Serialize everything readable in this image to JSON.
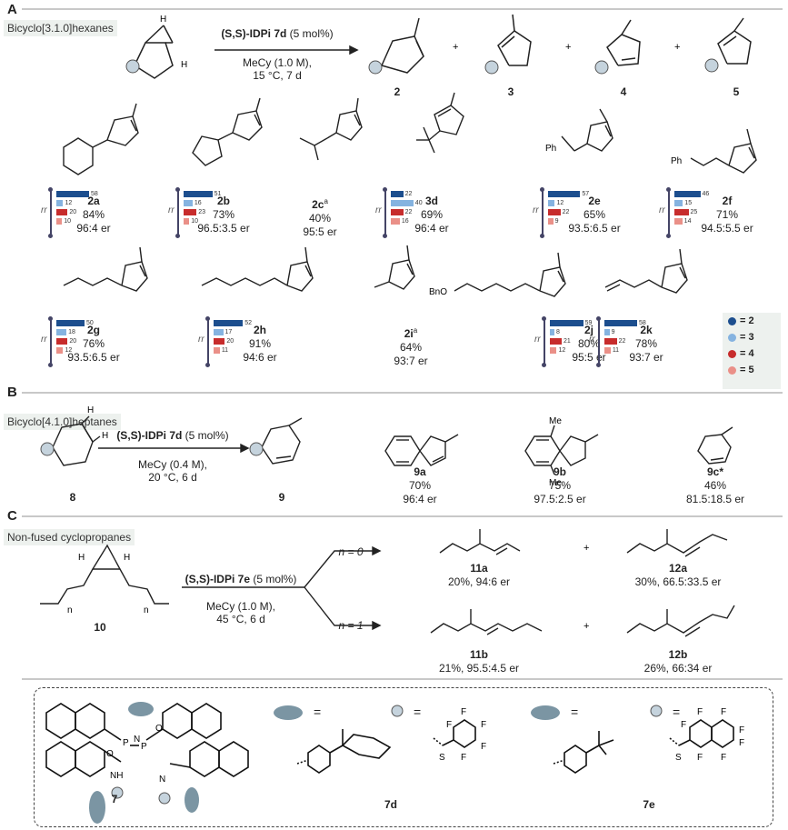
{
  "colors": {
    "c2": "#1c4e8e",
    "c3": "#85b3e0",
    "c4": "#c72c2c",
    "c5": "#ea9088",
    "rule": "#c8c8c8",
    "tag_bg": "#edf1ee",
    "substituent": "#c5d3dd",
    "ellipse": "#7b95a3"
  },
  "sections": {
    "A": {
      "letter": "A",
      "tag": "Bicyclo[3.1.0]hexanes",
      "catalyst": "(S,S)-IDPi 7d",
      "catalyst_load": "(5 mol%)",
      "cond1": "MeCy (1.0 M),",
      "cond2": "15 °C, 7 d",
      "products": [
        "2",
        "3",
        "4",
        "5"
      ]
    },
    "B": {
      "letter": "B",
      "tag": "Bicyclo[4.1.0]heptanes",
      "catalyst": "(S,S)-IDPi 7d",
      "catalyst_load": "(5 mol%)",
      "cond1": "MeCy (0.4 M),",
      "cond2": "20 °C, 6 d",
      "sm": "8",
      "prod": "9",
      "items": [
        {
          "id": "9a",
          "yield": "70%",
          "er": "96:4 er"
        },
        {
          "id": "9b",
          "yield": "75%",
          "er": "97.5:2.5 er"
        },
        {
          "id": "9c*",
          "yield": "46%",
          "er": "81.5:18.5 er"
        }
      ]
    },
    "C": {
      "letter": "C",
      "tag": "Non-fused cyclopropanes",
      "catalyst": "(S,S)-IDPi 7e",
      "catalyst_load": "(5 mol%)",
      "cond1": "MeCy (1.0 M),",
      "cond2": "45 °C, 6 d",
      "sm": "10",
      "n0": "n = 0",
      "n1": "n = 1",
      "items": [
        {
          "id": "11a",
          "val": "20%, 94:6 er"
        },
        {
          "id": "12a",
          "val": "30%, 66.5:33.5 er"
        },
        {
          "id": "11b",
          "val": "21%, 95.5:4.5 er"
        },
        {
          "id": "12b",
          "val": "26%, 66:34 er"
        }
      ]
    }
  },
  "chart_data": {
    "type": "bar",
    "series_names": [
      "2",
      "3",
      "4",
      "5"
    ],
    "rr_label": "rr",
    "entries": [
      {
        "id": "2a",
        "yield": "84%",
        "er": "96:4 er",
        "values": [
          58,
          12,
          20,
          10
        ]
      },
      {
        "id": "2b",
        "yield": "73%",
        "er": "96.5:3.5 er",
        "values": [
          51,
          16,
          23,
          10
        ]
      },
      {
        "id": "2c",
        "sup": "a",
        "yield": "40%",
        "er": "95:5 er",
        "values": null
      },
      {
        "id": "3d",
        "yield": "69%",
        "er": "96:4 er",
        "values": [
          22,
          40,
          22,
          16
        ]
      },
      {
        "id": "2e",
        "yield": "65%",
        "er": "93.5:6.5 er",
        "values": [
          57,
          12,
          22,
          9
        ]
      },
      {
        "id": "2f",
        "yield": "71%",
        "er": "94.5:5.5 er",
        "values": [
          46,
          15,
          25,
          14
        ]
      },
      {
        "id": "2g",
        "yield": "76%",
        "er": "93.5:6.5 er",
        "values": [
          50,
          18,
          20,
          12
        ]
      },
      {
        "id": "2h",
        "yield": "91%",
        "er": "94:6 er",
        "values": [
          52,
          17,
          20,
          11
        ]
      },
      {
        "id": "2i",
        "sup": "a",
        "yield": "64%",
        "er": "93:7 er",
        "values": null
      },
      {
        "id": "2j",
        "yield": "80%",
        "er": "95:5 er",
        "values": [
          59,
          8,
          21,
          12
        ]
      },
      {
        "id": "2k",
        "yield": "78%",
        "er": "93:7 er",
        "values": [
          58,
          9,
          22,
          11
        ]
      }
    ],
    "legend": [
      {
        "label": "= 2"
      },
      {
        "label": "= 3"
      },
      {
        "label": "= 4"
      },
      {
        "label": "= 5"
      }
    ]
  },
  "catalyst": {
    "label7": "7",
    "label7d": "7d",
    "label7e": "7e",
    "eq": "=",
    "atoms": {
      "P": "P",
      "N": "N",
      "O": "O",
      "NH": "NH",
      "F": "F",
      "S": "S",
      "Me": "Me",
      "Ph": "Ph",
      "BnO": "BnO",
      "H": "H",
      "n": "n"
    }
  }
}
